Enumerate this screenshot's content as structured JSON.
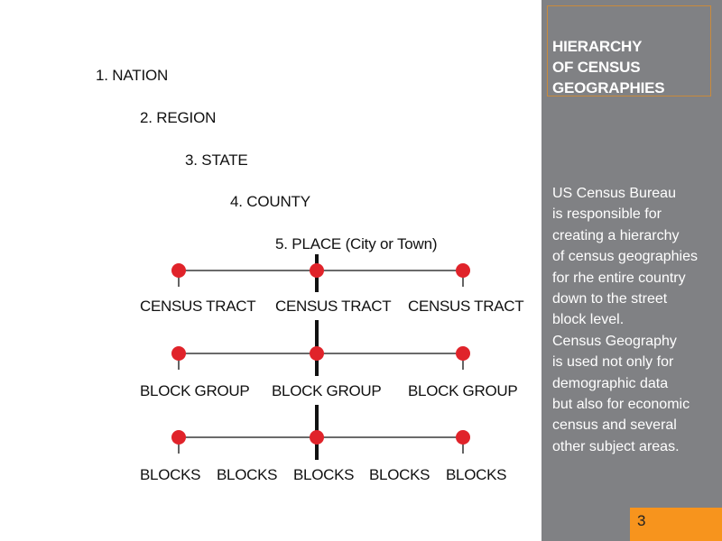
{
  "hierarchy": {
    "nation": "1. NATION",
    "region": "2. REGION",
    "state": "3. STATE",
    "county": "4. COUNTY",
    "place": "5. PLACE (City or Town)"
  },
  "rows": {
    "tract": [
      "CENSUS TRACT",
      "CENSUS TRACT",
      "CENSUS TRACT"
    ],
    "blockgroup": [
      "BLOCK GROUP",
      "BLOCK GROUP",
      "BLOCK GROUP"
    ],
    "blocks": [
      "BLOCKS",
      "BLOCKS",
      "BLOCKS",
      "BLOCKS",
      "BLOCKS"
    ]
  },
  "sidebar": {
    "title_lines": [
      "HIERARCHY",
      "OF CENSUS",
      "GEOGRAPHIES"
    ],
    "description_lines": [
      "US Census Bureau",
      "is responsible for",
      "creating a hierarchy",
      "of census geographies",
      "for rhe entire country",
      "down to the street",
      "block level.",
      "Census Geography",
      "is used not only for",
      "demographic data",
      "but also for economic",
      "census and several",
      "other subject areas."
    ],
    "page_number": "3"
  },
  "colors": {
    "sidebar_bg": "#808184",
    "accent_orange": "#f7941d",
    "pin_red": "#e0232a",
    "title_border": "#c98a3c"
  }
}
